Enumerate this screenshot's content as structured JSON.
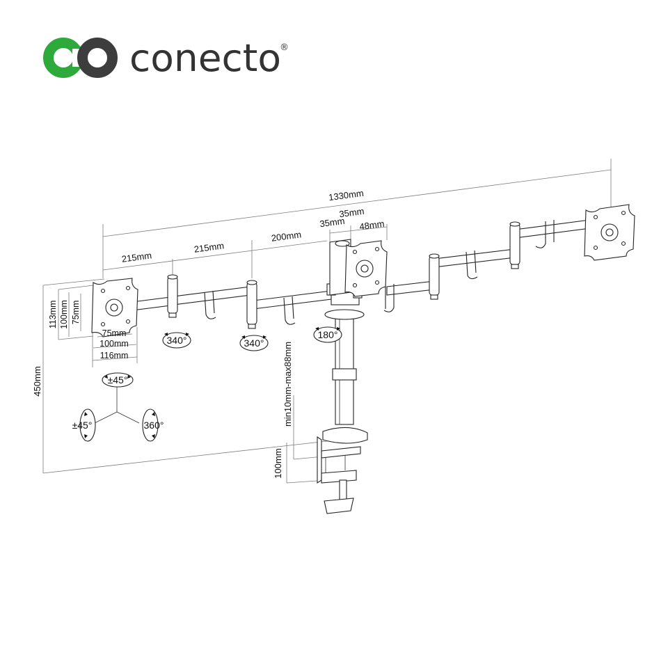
{
  "brand": {
    "name": "conecto",
    "registered": "®",
    "colors": {
      "green": "#2eaa3c",
      "gray": "#3d3d3d"
    },
    "icon": "co-logo-icon"
  },
  "dimensions": {
    "total_width": "1330mm",
    "arm_1": "215mm",
    "arm_2": "215mm",
    "arm_3": "200mm",
    "head_35a": "35mm",
    "head_35b": "35mm",
    "head_48": "48mm",
    "plate_h_113": "113mm",
    "plate_h_100": "100mm",
    "plate_h_75": "75mm",
    "plate_w_75": "75mm",
    "plate_w_100": "100mm",
    "plate_w_116": "116mm",
    "height_450": "450mm",
    "desk_range": "min10mm-max88mm",
    "clamp_100": "100mm"
  },
  "rotations": {
    "arm_left": "340°",
    "arm_mid": "340°",
    "head": "180°",
    "tilt_top": "±45°",
    "tilt_left": "±45°",
    "rotate_right": "360°"
  }
}
